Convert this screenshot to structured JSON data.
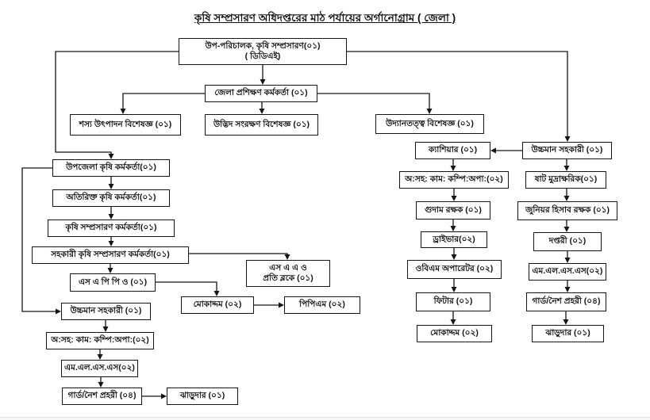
{
  "title": "কৃষি সম্প্রসারণ অধিদপ্তরের মাঠ পর্যায়ের অর্গানোগ্রাম ( জেলা )",
  "colors": {
    "line": "#151515",
    "box_border": "#151515",
    "box_bg": "#ffffff",
    "page_bg": "#ffffff"
  },
  "nodes": {
    "dd": {
      "label": "উপ-পরিচালক, কৃষি সম্প্রসারণ(০১)",
      "label2": "( ডিডিএই)"
    },
    "dto": {
      "label": "জেলা প্রশিক্ষণ কর্মকর্তা (০১)"
    },
    "crop_spec": {
      "label": "শস্য উৎপাদন বিশেষজ্ঞ (০১)"
    },
    "plant_spec": {
      "label": "উদ্ভিদ সংরক্ষণ বিশেষজ্ঞ (০১)"
    },
    "hort_spec": {
      "label": "উদ্যানতত্ত্ব বিশেষজ্ঞ (০১)"
    },
    "cashier": {
      "label": "ক্যাশিয়ার (০১)"
    },
    "head_asst_r": {
      "label": "উচ্চমান সহকারী (০১)"
    },
    "office_asst_r": {
      "label": "অ:সহ: কাম: কম্পি:অপা:(০২)"
    },
    "steno": {
      "label": "ষাট মুদ্রাক্ষরিক(০১)"
    },
    "store_keeper": {
      "label": "গুদাম রক্ষক (০১)"
    },
    "jr_accountant": {
      "label": "জুনিয়র হিসাব রক্ষক (০১)"
    },
    "driver": {
      "label": "ড্রাইভার(০২)"
    },
    "daftari": {
      "label": "দপ্তরী (০১)"
    },
    "obm": {
      "label": "ওবিএম অপারেটর (০২)"
    },
    "mlss_r": {
      "label": "এম.এল.এস.এস(০২)"
    },
    "fitter": {
      "label": "ফিটার (০১)"
    },
    "guard_r": {
      "label": "গার্ড/নৈশ প্রহরী (০৪)"
    },
    "mokaddam_r": {
      "label": "মোকাদ্দম (০২)"
    },
    "sweeper_r": {
      "label": "ঝাড়ুদার (০১)"
    },
    "uao": {
      "label": "উপজেলা কৃষি কর্মকর্তা(০১)"
    },
    "addl_ao": {
      "label": "অতিরিক্ত কৃষি কর্মকর্তা(০১)"
    },
    "aeo": {
      "label": "কৃষি সম্প্রসারণ কর্মকর্তা(০১)"
    },
    "aaeo": {
      "label": "সহকারী কৃষি সম্প্রসারণ কর্মকর্তা(০১)"
    },
    "sappo": {
      "label": "এস এ পি পি ও (০১)"
    },
    "saao_block": {
      "label": "এস এ এ ও",
      "label2": "প্রতি ব্লকে (০১)"
    },
    "mokaddam_l": {
      "label": "মোকাদ্দম (০২)"
    },
    "ppm": {
      "label": "পিপিএম (০২)"
    },
    "head_asst_l": {
      "label": "উচ্চমান সহকারী (০১)"
    },
    "office_asst_l": {
      "label": "অ:সহ: কাম: কম্পি:অপা:(০২)"
    },
    "mlss_l": {
      "label": "এম.এল.এস.এস(০২)"
    },
    "guard_l": {
      "label": "গার্ড/নৈশ প্রহরী (০৪)"
    },
    "sweeper_l": {
      "label": "ঝাড়ুদার (০১)"
    }
  },
  "edges": [
    {
      "from": "dd",
      "to": "uao"
    },
    {
      "from": "dd",
      "to": "head_asst_r"
    },
    {
      "from": "dd",
      "to": "dto"
    },
    {
      "from": "dto",
      "to": "crop_spec"
    },
    {
      "from": "dto",
      "to": "plant_spec"
    },
    {
      "from": "dto",
      "to": "hort_spec"
    },
    {
      "from": "head_asst_r",
      "to": "cashier"
    },
    {
      "from": "head_asst_r",
      "to": "steno"
    },
    {
      "from": "steno",
      "to": "jr_accountant"
    },
    {
      "from": "jr_accountant",
      "to": "daftari"
    },
    {
      "from": "daftari",
      "to": "mlss_r"
    },
    {
      "from": "mlss_r",
      "to": "guard_r"
    },
    {
      "from": "guard_r",
      "to": "sweeper_r"
    },
    {
      "from": "cashier",
      "to": "office_asst_r"
    },
    {
      "from": "office_asst_r",
      "to": "store_keeper"
    },
    {
      "from": "store_keeper",
      "to": "driver"
    },
    {
      "from": "driver",
      "to": "obm"
    },
    {
      "from": "obm",
      "to": "fitter"
    },
    {
      "from": "fitter",
      "to": "mokaddam_r"
    },
    {
      "from": "uao",
      "to": "addl_ao"
    },
    {
      "from": "addl_ao",
      "to": "aeo"
    },
    {
      "from": "aeo",
      "to": "aaeo"
    },
    {
      "from": "aaeo",
      "to": "sappo"
    },
    {
      "from": "aaeo",
      "to": "saao_block"
    },
    {
      "from": "sappo",
      "to": "mokaddam_l"
    },
    {
      "from": "mokaddam_l",
      "to": "ppm"
    },
    {
      "from": "uao",
      "to": "head_asst_l"
    },
    {
      "from": "head_asst_l",
      "to": "office_asst_l"
    },
    {
      "from": "office_asst_l",
      "to": "mlss_l"
    },
    {
      "from": "mlss_l",
      "to": "guard_l"
    },
    {
      "from": "guard_l",
      "to": "sweeper_l"
    }
  ]
}
